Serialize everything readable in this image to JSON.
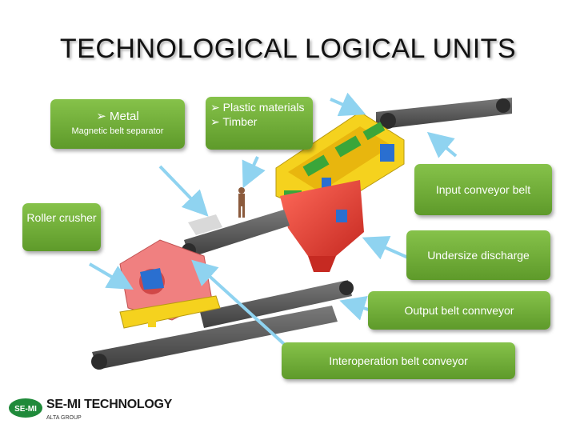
{
  "title": "TECHNOLOGICAL LOGICAL UNITS",
  "callouts": {
    "magnetic": {
      "bullet": "Metal",
      "sub": "Magnetic belt separator"
    },
    "plastic": {
      "bullet1": "Plastic materials",
      "bullet2": "Timber"
    },
    "input_conveyor": "Input conveyor belt",
    "roller_crusher": "Roller crusher",
    "undersize": "Undersize discharge",
    "output_belt": "Output belt connveyor",
    "interoperation": "Interoperation belt conveyor"
  },
  "logo": {
    "mark": "SE-MI",
    "name": "SE-MI TECHNOLOGY",
    "tagline": "ALTA GROUP"
  },
  "colors": {
    "callout": "#6fae36",
    "belt": "#555555",
    "hopper": "#e8403a",
    "screen": "#f5d21e",
    "crusher": "#f08080",
    "arrow": "#8fd3f0"
  }
}
